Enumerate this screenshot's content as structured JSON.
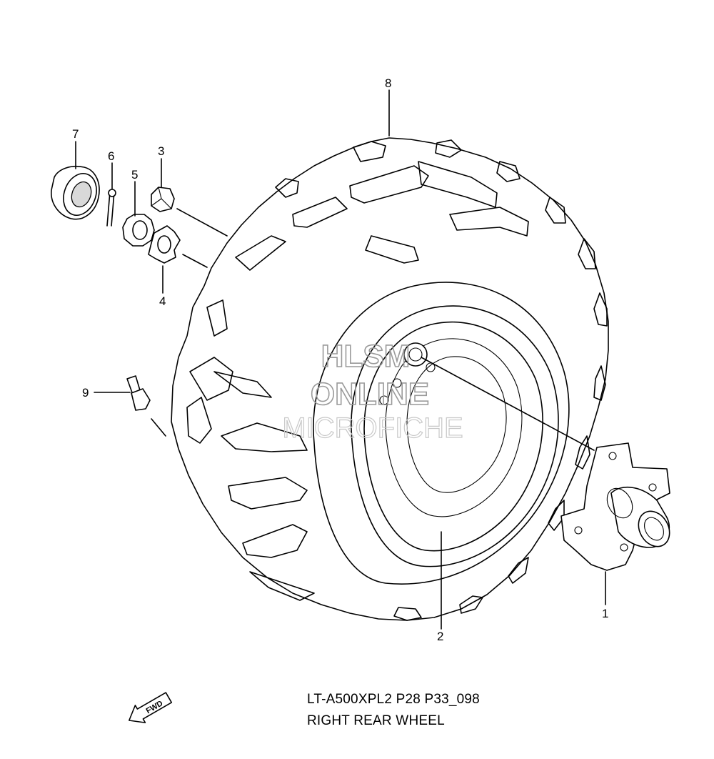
{
  "callouts": {
    "c1": "1",
    "c2": "2",
    "c3": "3",
    "c4": "4",
    "c5": "5",
    "c6": "6",
    "c7": "7",
    "c8": "8",
    "c9": "9"
  },
  "watermark": {
    "line1": "HLSM",
    "line2": "ONLINE",
    "line3": "MICROFICHE"
  },
  "fwd_label": "FWD",
  "caption": {
    "model_code": "LT-A500XPL2 P28 P33_098",
    "title": "RIGHT REAR WHEEL"
  }
}
